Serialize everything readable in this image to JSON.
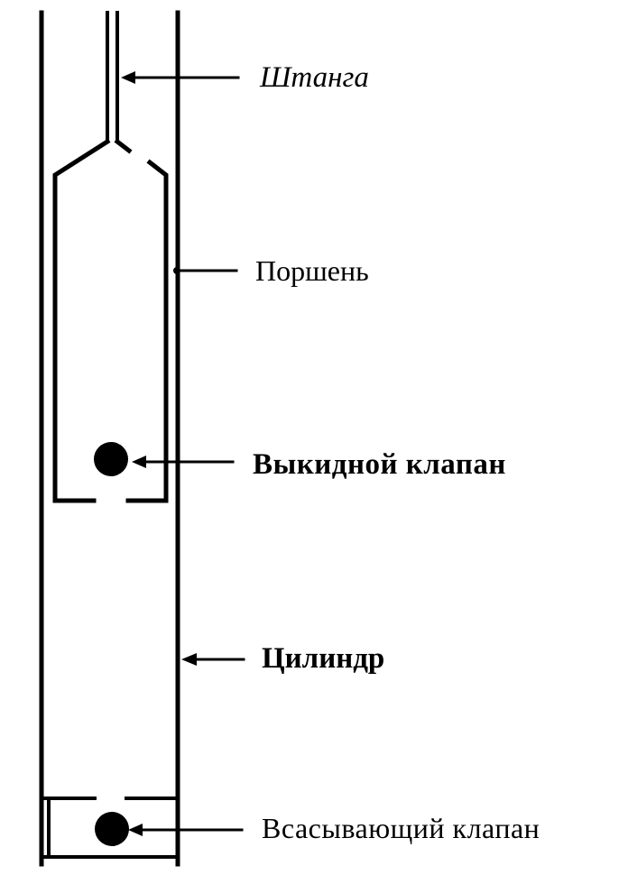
{
  "diagram": {
    "labels": {
      "rod": "Штанга",
      "piston": "Поршень",
      "discharge_valve": "Выкидной клапан",
      "cylinder": "Цилиндр",
      "suction_valve": "Всасывающий клапан"
    },
    "colors": {
      "line": "#000000",
      "background": "#ffffff"
    }
  }
}
